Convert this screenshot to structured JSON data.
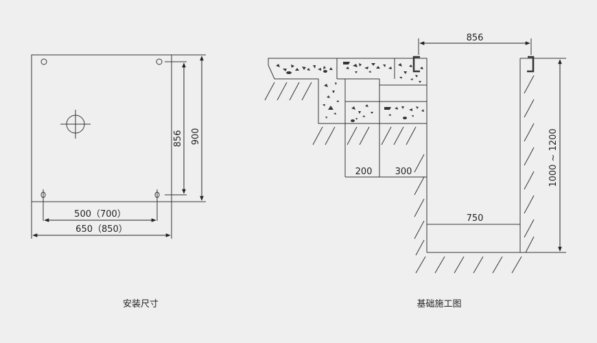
{
  "install": {
    "caption": "安装尺寸",
    "dim_856": "856",
    "dim_900": "900",
    "dim_500": "500（700）",
    "dim_650": "650（850）"
  },
  "foundation": {
    "caption": "基础施工图",
    "dim_856": "856",
    "dim_200": "200",
    "dim_300": "300",
    "dim_750": "750",
    "dim_depth": "1000 ~ 1200"
  },
  "colors": {
    "background": "#efeff0",
    "line": "#222222"
  }
}
